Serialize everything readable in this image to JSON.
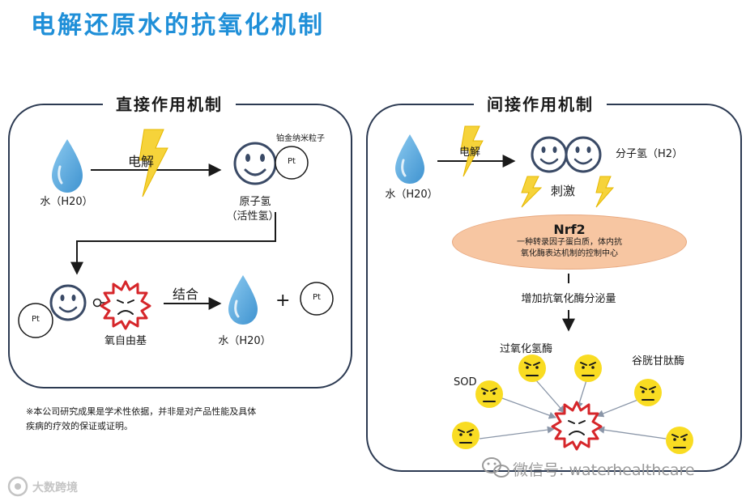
{
  "title": "电解还原水的抗氧化机制",
  "left_panel": {
    "title": "直接作用机制",
    "label_platinum_nano": "铂金纳米粒子",
    "label_electrolysis": "电解",
    "label_pt_1": "Pt",
    "label_water_1": "水（H20）",
    "label_atomic_h": "原子氢",
    "label_active_h": "（活性氢）",
    "label_pt_2": "Pt",
    "label_free_radical": "氧自由基",
    "label_combine": "结合",
    "label_water_2": "水（H20）",
    "label_plus": "+",
    "label_pt_3": "Pt"
  },
  "right_panel": {
    "title": "间接作用机制",
    "label_electrolysis": "电解",
    "label_water": "水（H20）",
    "label_molecular_h2": "分子氢（H2）",
    "label_stimulate": "刺激",
    "nrf2_name": "Nrf2",
    "nrf2_desc_1": "一种转录因子蛋白质，体内抗",
    "nrf2_desc_2": "氧化酶表达机制的控制中心",
    "label_increase": "增加抗氧化酶分泌量",
    "label_catalase": "过氧化氢酶",
    "label_gsh": "谷胱甘肽酶",
    "label_sod": "SOD"
  },
  "footnote_1": "※本公司研究成果是学术性依据，并非是对产品性能及具体",
  "footnote_2": "疾病的疗效的保证或证明。",
  "wechat_text": "微信号: waterhealthcare",
  "watermark_text": "大数跨境",
  "colors": {
    "title_blue": "#1f8fd8",
    "drop_blue": "#5aa9dd",
    "lightning_yellow": "#f6d33a",
    "face_yellow": "#f9dc22",
    "radical_red": "#d6262a",
    "nrf2_fill": "#f7c6a2",
    "panel_border": "#2c3a52"
  }
}
